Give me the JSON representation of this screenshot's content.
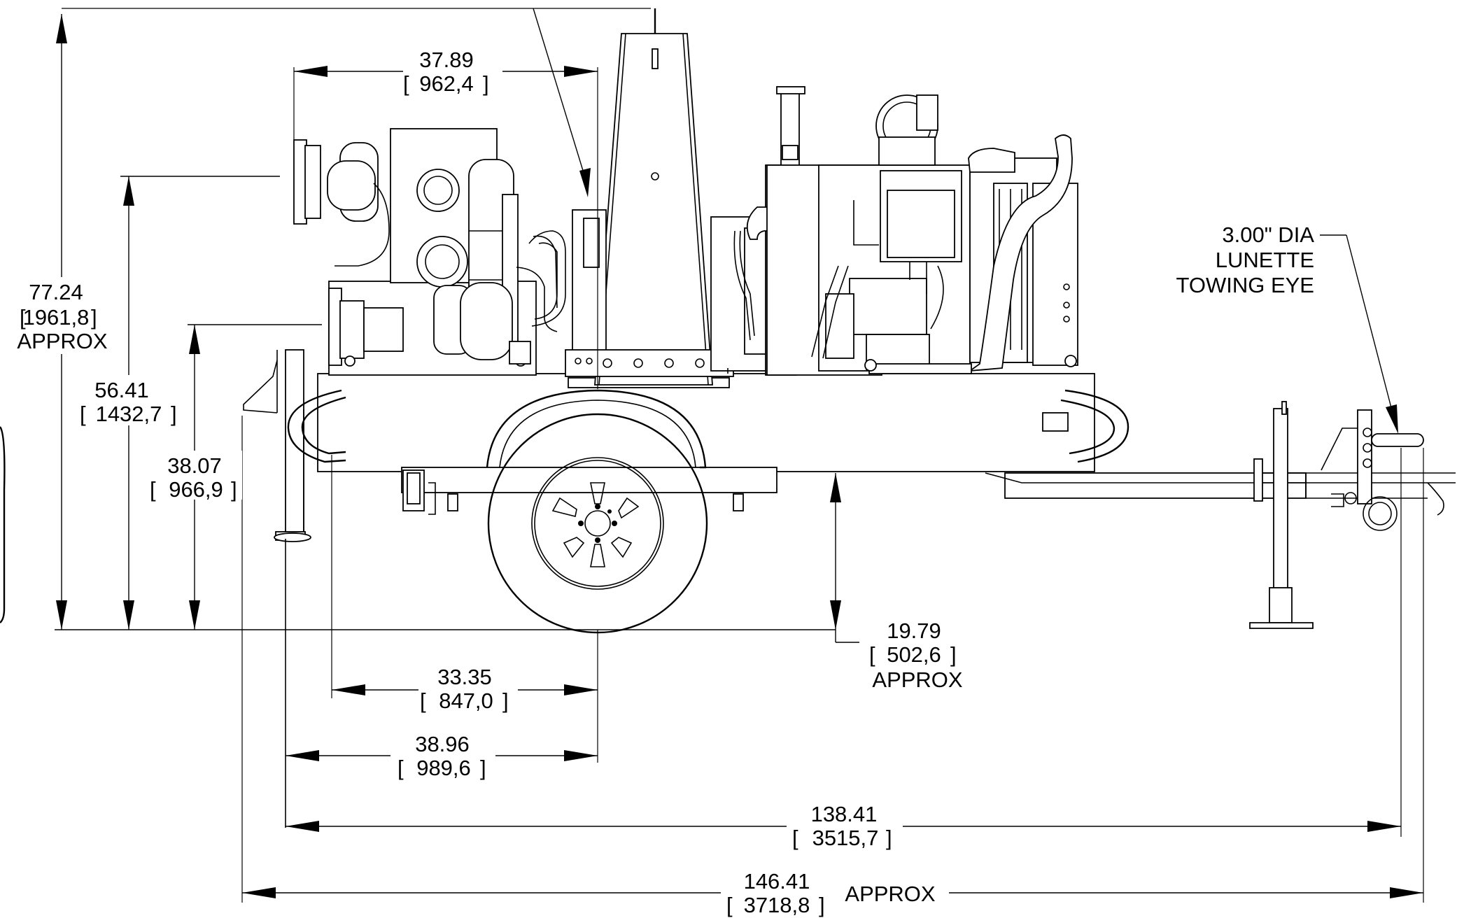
{
  "dimensions": {
    "overall_height": {
      "in": "77.24",
      "mm": "1961,8",
      "note": "APPROX"
    },
    "height_56": {
      "in": "56.41",
      "mm": "1432,7"
    },
    "height_38": {
      "in": "38.07",
      "mm": "966,9"
    },
    "top_37": {
      "in": "37.89",
      "mm": "962,4"
    },
    "ground_19": {
      "in": "19.79",
      "mm": "502,6",
      "note": "APPROX"
    },
    "bottom_33": {
      "in": "33.35",
      "mm": "847,0"
    },
    "bottom_38": {
      "in": "38.96",
      "mm": "989,6"
    },
    "length_138": {
      "in": "138.41",
      "mm": "3515,7"
    },
    "length_146": {
      "in": "146.41",
      "mm": "3718,8",
      "note": "APPROX"
    }
  },
  "callouts": {
    "towing_eye": [
      "3.00\" DIA",
      "LUNETTE",
      "TOWING EYE"
    ]
  },
  "bracket_open": "[",
  "bracket_close": "]"
}
